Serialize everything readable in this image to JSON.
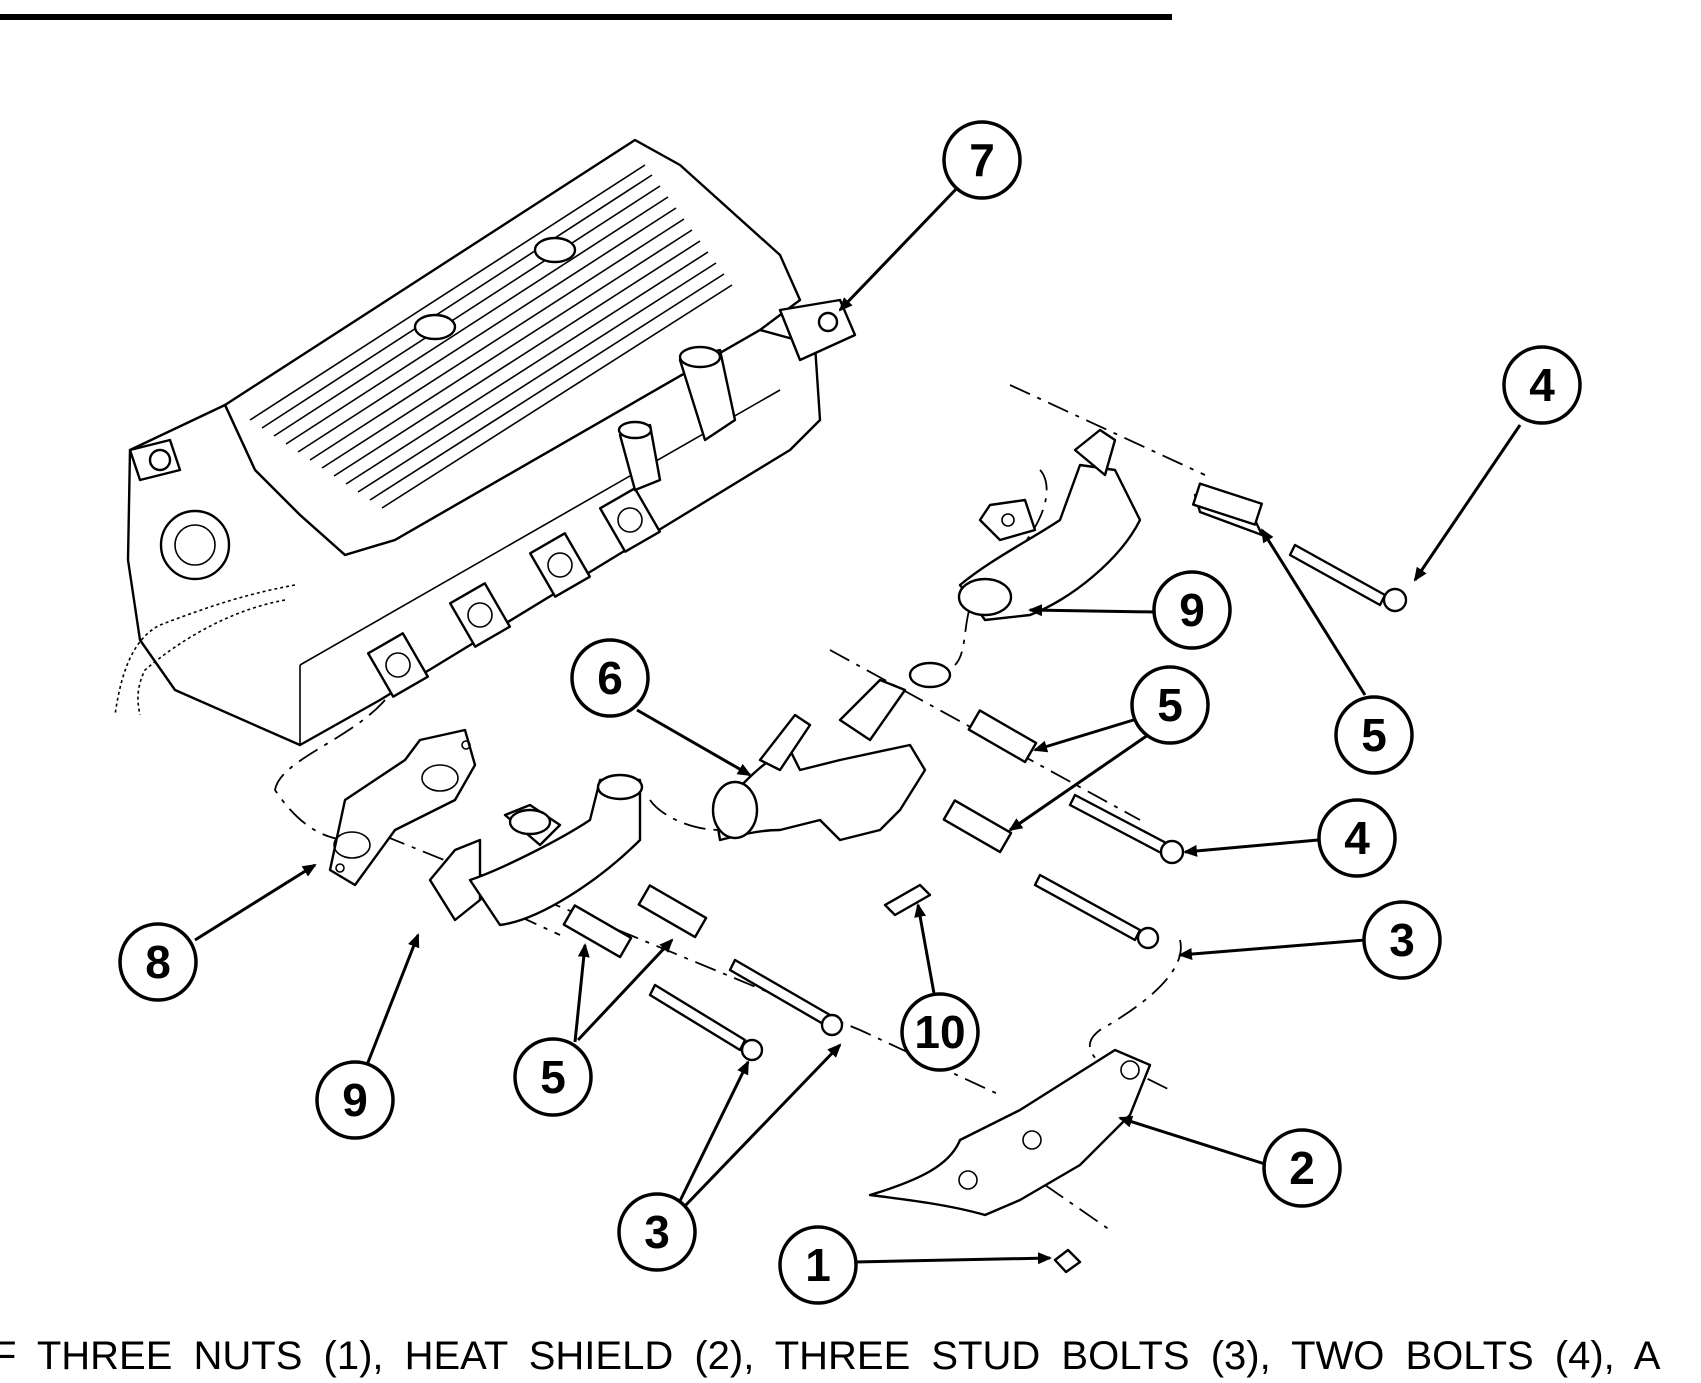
{
  "callouts": [
    {
      "id": "c7",
      "label": "7"
    },
    {
      "id": "c4a",
      "label": "4"
    },
    {
      "id": "c9a",
      "label": "9"
    },
    {
      "id": "c5a",
      "label": "5"
    },
    {
      "id": "c6",
      "label": "6"
    },
    {
      "id": "c5b",
      "label": "5"
    },
    {
      "id": "c4b",
      "label": "4"
    },
    {
      "id": "c3a",
      "label": "3"
    },
    {
      "id": "c8",
      "label": "8"
    },
    {
      "id": "c9b",
      "label": "9"
    },
    {
      "id": "c5c",
      "label": "5"
    },
    {
      "id": "c10",
      "label": "10"
    },
    {
      "id": "c2",
      "label": "2"
    },
    {
      "id": "c3b",
      "label": "3"
    },
    {
      "id": "c1",
      "label": "1"
    }
  ],
  "caption": "F THREE NUTS (1), HEAT SHIELD (2), THREE STUD BOLTS (3), TWO BOLTS (4), A"
}
